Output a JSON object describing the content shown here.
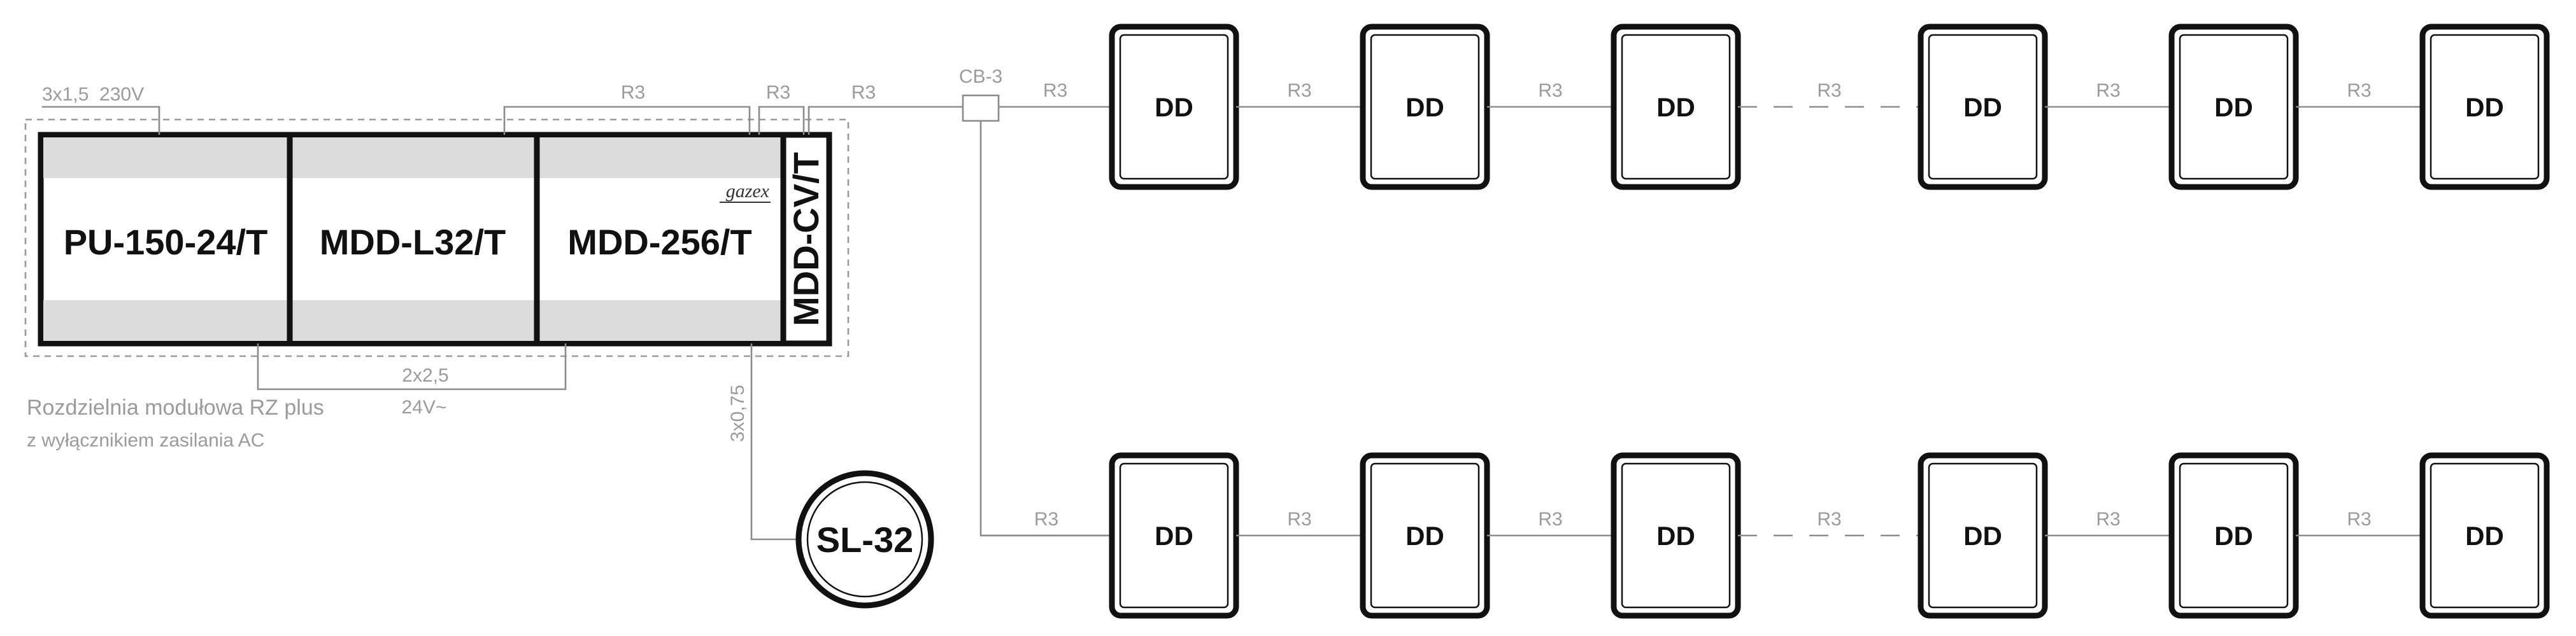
{
  "cabinet": {
    "title": "Rozdzielnia modułowa RZ plus",
    "subtitle": "z wyłącznikiem zasilania AC",
    "brand": "gazex",
    "modules": [
      "PU-150-24/T",
      "MDD-L32/T",
      "MDD-256/T"
    ],
    "terminator": "MDD-CV/T"
  },
  "cables": {
    "power_in": "3x1,5  230V",
    "r3": "R3",
    "internal_power": "2x2,5",
    "internal_voltage": "24V~",
    "signal_to_sl": "3x0,75"
  },
  "junction": {
    "label": "CB-3"
  },
  "signaller": {
    "label": "SL-32"
  },
  "detector": {
    "label": "DD"
  }
}
